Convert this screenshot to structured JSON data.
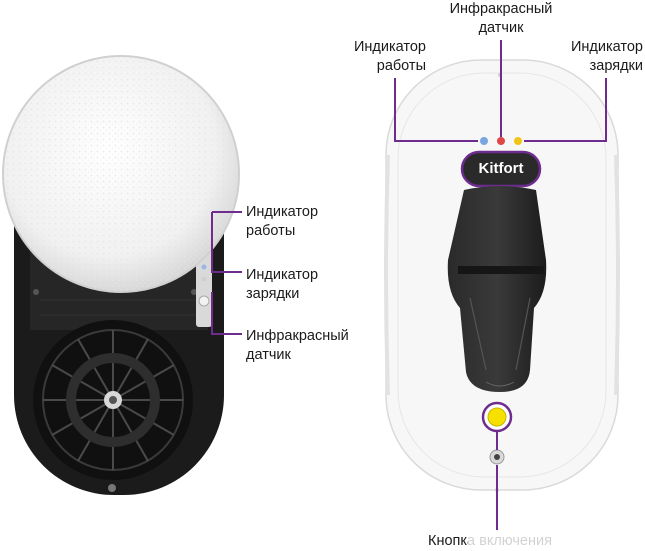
{
  "colors": {
    "accent": "#6f2c8f",
    "led_blue": "#7aa6e0",
    "led_red": "#e04848",
    "led_yellow": "#f2c417",
    "button_yellow": "#f5e000",
    "robot_dark": "#1b1b1b",
    "robot_white": "#f7f7f7"
  },
  "left_panel": {
    "label_work": [
      "Индикатор",
      "работы"
    ],
    "label_charge": [
      "Индикатор",
      "зарядки"
    ],
    "label_ir": [
      "Инфракрасный",
      "датчик"
    ]
  },
  "right_panel": {
    "label_ir": [
      "Инфракрасный",
      "датчик"
    ],
    "label_work": [
      "Индикатор",
      "работы"
    ],
    "label_charge": [
      "Индикатор",
      "зарядки"
    ],
    "brand_logo": "Kitfort",
    "label_button": "Кнопка включения"
  }
}
